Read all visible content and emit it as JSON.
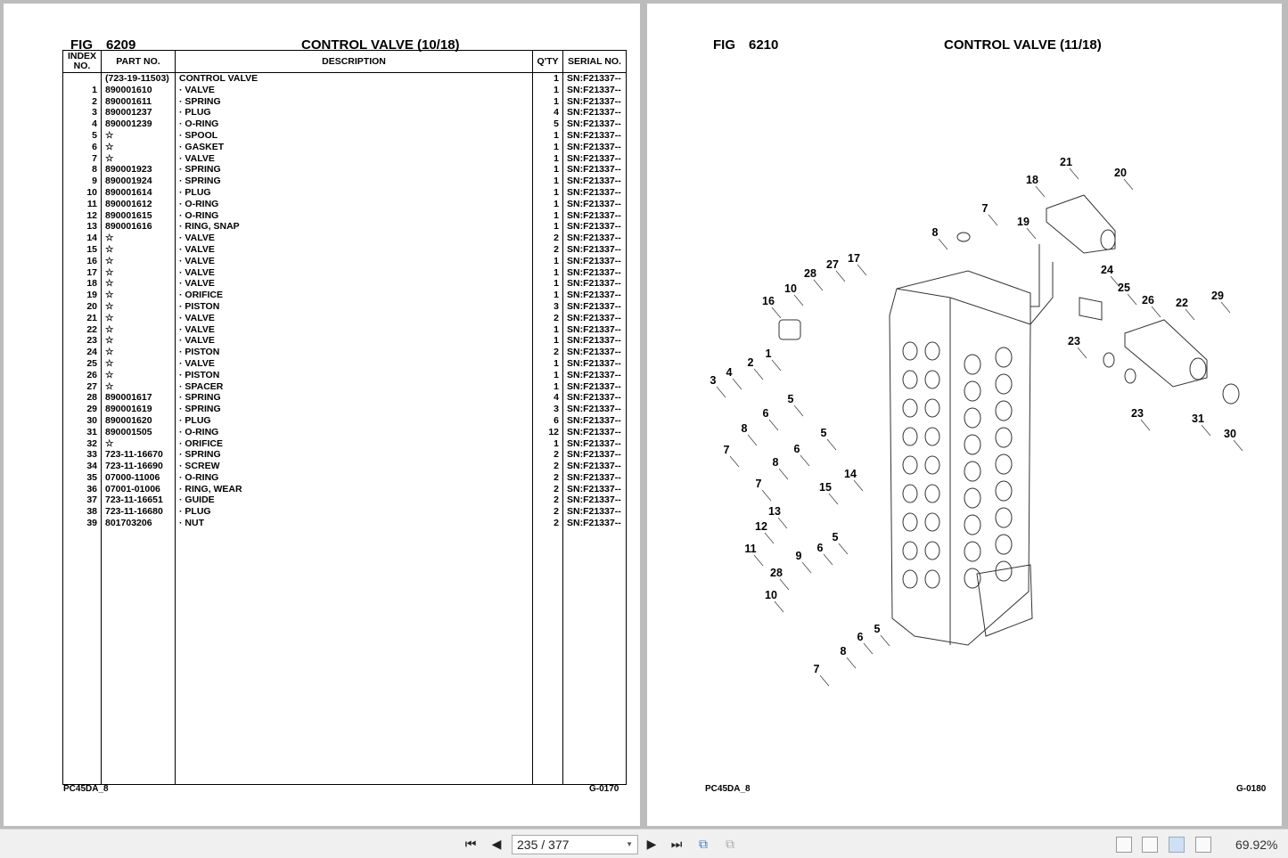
{
  "left_page": {
    "fig_label": "FIG",
    "fig_number": "6209",
    "title": "CONTROL VALVE (10/18)",
    "headers": {
      "index": "INDEX NO.",
      "part": "PART NO.",
      "description": "DESCRIPTION",
      "qty": "Q'TY",
      "serial": "SERIAL NO."
    },
    "rows": [
      [
        "",
        "(723-19-11503)",
        "CONTROL VALVE",
        "1",
        "SN:F21337--"
      ],
      [
        "1",
        "890001610",
        "·  VALVE",
        "1",
        "SN:F21337--"
      ],
      [
        "2",
        "890001611",
        "·  SPRING",
        "1",
        "SN:F21337--"
      ],
      [
        "3",
        "890001237",
        "·  PLUG",
        "4",
        "SN:F21337--"
      ],
      [
        "4",
        "890001239",
        "·  O-RING",
        "5",
        "SN:F21337--"
      ],
      [
        "5",
        "☆",
        "·  SPOOL",
        "1",
        "SN:F21337--"
      ],
      [
        "6",
        "☆",
        "·  GASKET",
        "1",
        "SN:F21337--"
      ],
      [
        "7",
        "☆",
        "·  VALVE",
        "1",
        "SN:F21337--"
      ],
      [
        "8",
        "890001923",
        "·  SPRING",
        "1",
        "SN:F21337--"
      ],
      [
        "9",
        "890001924",
        "·  SPRING",
        "1",
        "SN:F21337--"
      ],
      [
        "10",
        "890001614",
        "·  PLUG",
        "1",
        "SN:F21337--"
      ],
      [
        "11",
        "890001612",
        "·  O-RING",
        "1",
        "SN:F21337--"
      ],
      [
        "12",
        "890001615",
        "·  O-RING",
        "1",
        "SN:F21337--"
      ],
      [
        "13",
        "890001616",
        "·  RING, SNAP",
        "1",
        "SN:F21337--"
      ],
      [
        "14",
        "☆",
        "·  VALVE",
        "2",
        "SN:F21337--"
      ],
      [
        "15",
        "☆",
        "·  VALVE",
        "2",
        "SN:F21337--"
      ],
      [
        "16",
        "☆",
        "·  VALVE",
        "1",
        "SN:F21337--"
      ],
      [
        "17",
        "☆",
        "·  VALVE",
        "1",
        "SN:F21337--"
      ],
      [
        "18",
        "☆",
        "·  VALVE",
        "1",
        "SN:F21337--"
      ],
      [
        "19",
        "☆",
        "·  ORIFICE",
        "1",
        "SN:F21337--"
      ],
      [
        "20",
        "☆",
        "·  PISTON",
        "3",
        "SN:F21337--"
      ],
      [
        "21",
        "☆",
        "·  VALVE",
        "2",
        "SN:F21337--"
      ],
      [
        "22",
        "☆",
        "·  VALVE",
        "1",
        "SN:F21337--"
      ],
      [
        "23",
        "☆",
        "·  VALVE",
        "1",
        "SN:F21337--"
      ],
      [
        "24",
        "☆",
        "·  PISTON",
        "2",
        "SN:F21337--"
      ],
      [
        "25",
        "☆",
        "·  VALVE",
        "1",
        "SN:F21337--"
      ],
      [
        "26",
        "☆",
        "·  PISTON",
        "1",
        "SN:F21337--"
      ],
      [
        "27",
        "☆",
        "·  SPACER",
        "1",
        "SN:F21337--"
      ],
      [
        "28",
        "890001617",
        "·  SPRING",
        "4",
        "SN:F21337--"
      ],
      [
        "29",
        "890001619",
        "·  SPRING",
        "3",
        "SN:F21337--"
      ],
      [
        "30",
        "890001620",
        "·  PLUG",
        "6",
        "SN:F21337--"
      ],
      [
        "31",
        "890001505",
        "·  O-RING",
        "12",
        "SN:F21337--"
      ],
      [
        "32",
        "☆",
        "·  ORIFICE",
        "1",
        "SN:F21337--"
      ],
      [
        "33",
        "723-11-16670",
        "·  SPRING",
        "2",
        "SN:F21337--"
      ],
      [
        "34",
        "723-11-16690",
        "·  SCREW",
        "2",
        "SN:F21337--"
      ],
      [
        "35",
        "07000-11006",
        "·  O-RING",
        "2",
        "SN:F21337--"
      ],
      [
        "36",
        "07001-01006",
        "·  RING, WEAR",
        "2",
        "SN:F21337--"
      ],
      [
        "37",
        "723-11-16651",
        "·  GUIDE",
        "2",
        "SN:F21337--"
      ],
      [
        "38",
        "723-11-16680",
        "·  PLUG",
        "2",
        "SN:F21337--"
      ],
      [
        "39",
        "801703206",
        "·  NUT",
        "2",
        "SN:F21337--"
      ]
    ],
    "model": "PC45DA_8",
    "page_code": "G-0170"
  },
  "right_page": {
    "fig_label": "FIG",
    "fig_number": "6210",
    "title": "CONTROL VALVE (11/18)",
    "model": "PC45DA_8",
    "page_code": "G-0180",
    "callouts": [
      "21",
      "20",
      "18",
      "7",
      "19",
      "8",
      "17",
      "27",
      "28",
      "10",
      "16",
      "24",
      "25",
      "26",
      "22",
      "29",
      "23",
      "23",
      "31",
      "30",
      "1",
      "2",
      "4",
      "3",
      "5",
      "6",
      "8",
      "5",
      "7",
      "6",
      "8",
      "14",
      "7",
      "15",
      "13",
      "12",
      "11",
      "5",
      "9",
      "6",
      "28",
      "10",
      "5",
      "6",
      "8",
      "7"
    ]
  },
  "toolbar": {
    "page_value": "235 / 377",
    "zoom": "69.92%"
  }
}
